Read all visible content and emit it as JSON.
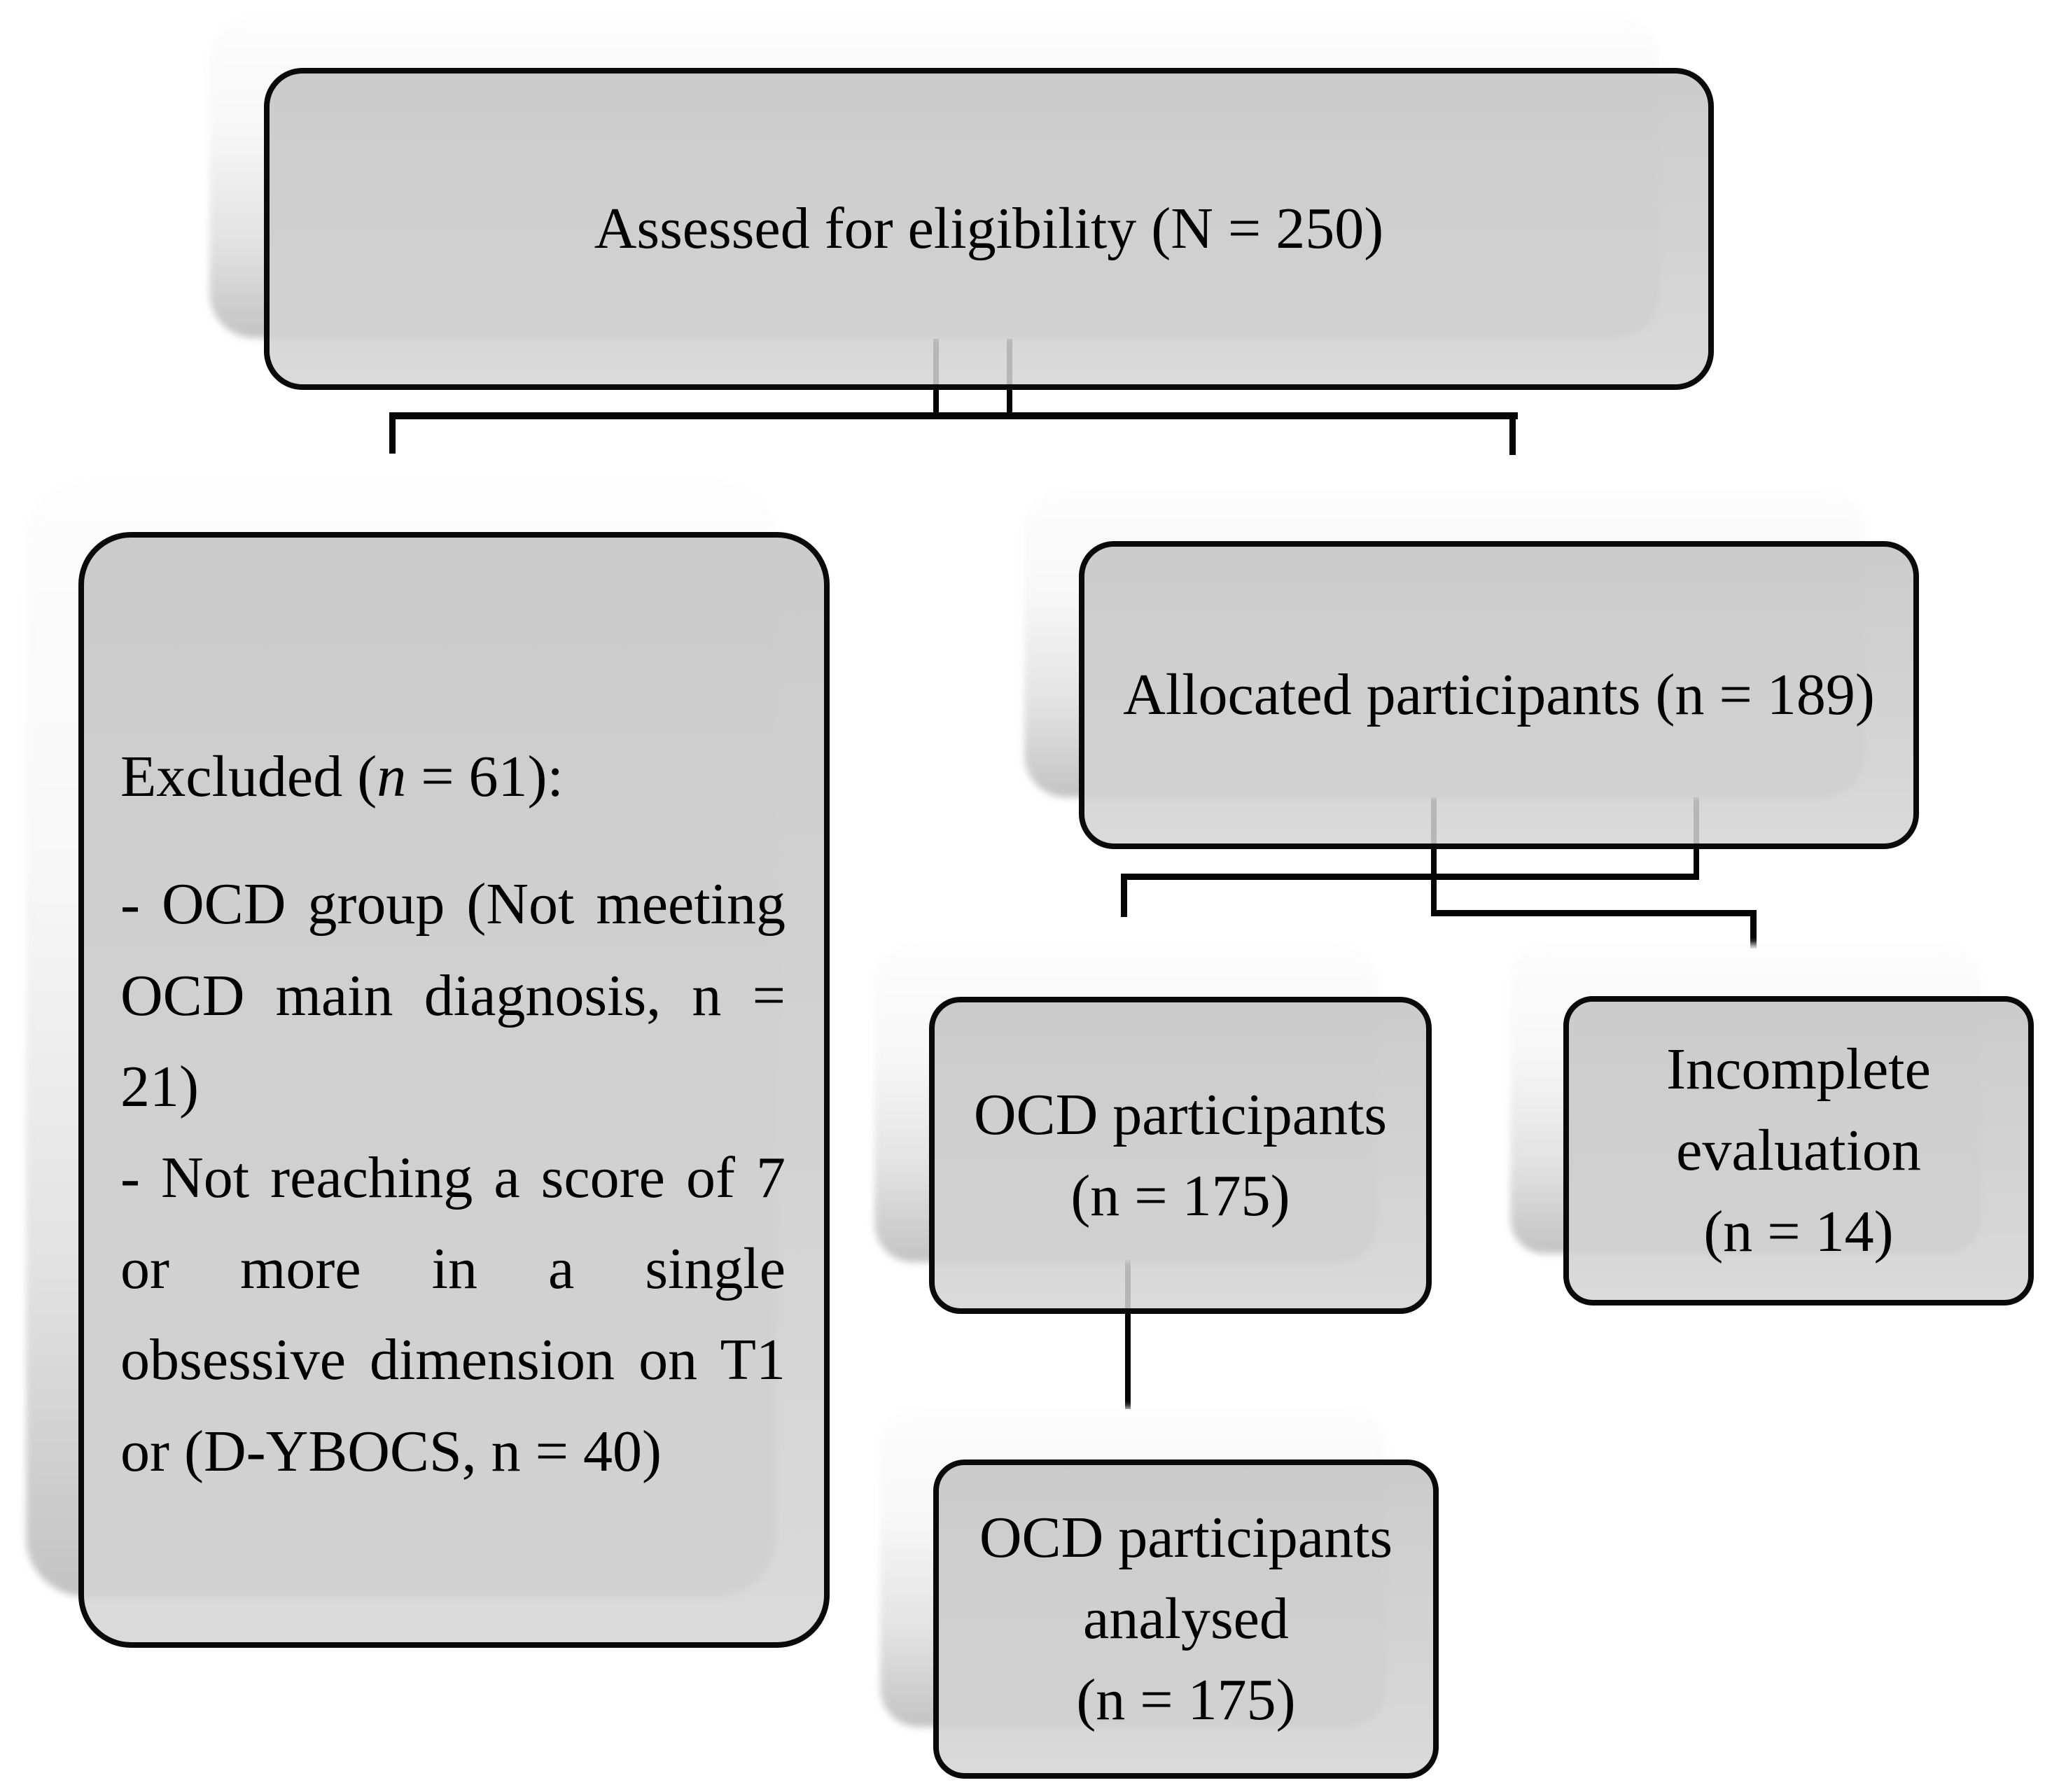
{
  "title": "Participant flow diagram",
  "colors": {
    "background": "#ffffff",
    "box_fill": "#cbcbcb",
    "box_border": "#0a0a0a",
    "shadow_light": "#fdfdfd",
    "shadow_dark": "#c3c3c3",
    "connector": "#050505",
    "text": "#000000"
  },
  "boxes": {
    "assessed": {
      "label": "Assessed for eligibility (N = 250)"
    },
    "excluded": {
      "heading_prefix": "Excluded (",
      "heading_n": "n",
      "heading_suffix": " = 61):",
      "item1": "- OCD group (Not meeting OCD main diagnosis, n = 21)",
      "item2": "- Not reaching a score of 7 or more in a single obsessive dimension on T1 or (D-YBOCS, n = 40)"
    },
    "allocated": {
      "label": "Allocated participants (n = 189)"
    },
    "ocd_participants": {
      "line1": "OCD participants",
      "line2": "(n = 175)"
    },
    "incomplete": {
      "line1": "Incomplete evaluation",
      "line2": "(n = 14)"
    },
    "analysed": {
      "line1": "OCD participants analysed",
      "line2": "(n = 175)"
    }
  }
}
